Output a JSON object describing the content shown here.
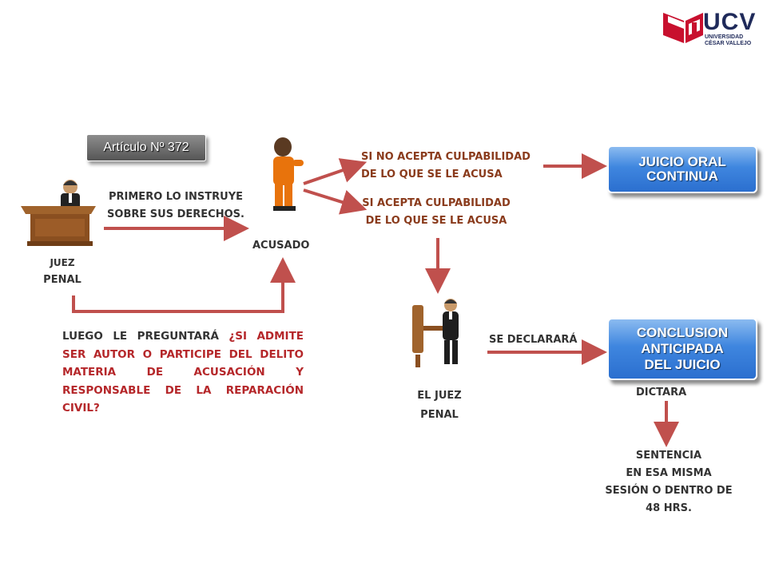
{
  "logo": {
    "name": "UCV",
    "line1": "UNIVERSIDAD",
    "line2": "CÉSAR VALLEJO"
  },
  "articulo": "Artículo Nº 372",
  "juez_penal": {
    "line1": "JUEZ",
    "line2": "PENAL"
  },
  "primero": {
    "line1": "PRIMERO LO INSTRUYE",
    "line2": "SOBRE SUS DERECHOS."
  },
  "acusado": "ACUSADO",
  "no_acepta": {
    "line1": "SI NO ACEPTA CULPABILIDAD",
    "line2": "DE LO QUE SE LE ACUSA"
  },
  "acepta": {
    "line1": "SI ACEPTA CULPABILIDAD",
    "line2": "DE LO QUE SE LE ACUSA"
  },
  "juicio_oral": {
    "line1": "JUICIO ORAL",
    "line2": "CONTINUA"
  },
  "luego": {
    "lead": "LUEGO LE PREGUNTARÁ ",
    "question": "¿SI ADMITE SER AUTOR O PARTICIPE DEL DELITO MATERIA DE ACUSACIÓN Y RESPONSABLE DE LA REPARACIÓN CIVIL?"
  },
  "se_declarara": "SE DECLARARÁ",
  "el_juez_penal": {
    "line1": "EL JUEZ",
    "line2": "PENAL"
  },
  "conclusion": {
    "line1": "CONCLUSION",
    "line2": "ANTICIPADA",
    "line3": "DEL JUICIO"
  },
  "dictara": "DICTARA",
  "sentencia": {
    "line1": "SENTENCIA",
    "line2": "EN ESA MISMA",
    "line3": "SESIÓN O DENTRO DE",
    "line4": "48 HRS."
  },
  "colors": {
    "arrow": "#c0504d",
    "accent_blue": "#3f86df",
    "red_text": "#b5272a",
    "brown_text": "#8a3b1c",
    "logo_red": "#c8102e",
    "logo_navy": "#1f2a5a"
  }
}
